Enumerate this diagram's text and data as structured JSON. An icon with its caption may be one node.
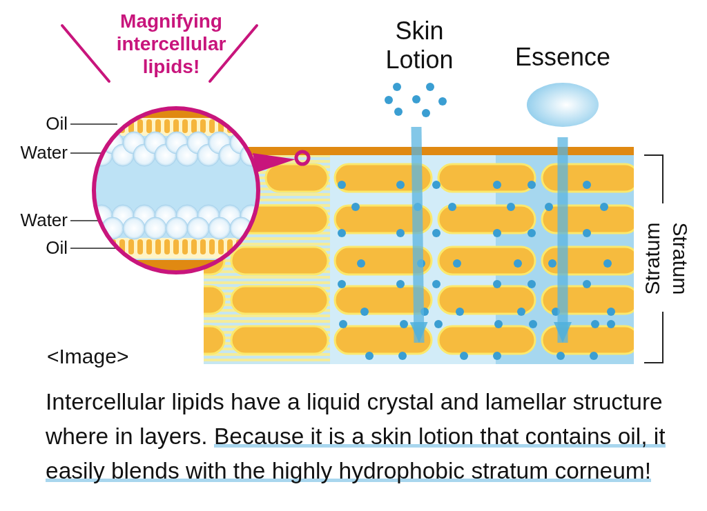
{
  "diagram": {
    "nodes": [
      {
        "text": [
          "Magnifying intercellular lipids!"
        ]
      },
      {
        "text": [
          "Oil"
        ]
      },
      {
        "text": [
          "Water"
        ]
      },
      {
        "text": [
          "Water"
        ]
      },
      {
        "text": [
          "Oil"
        ]
      },
      {
        "text": [
          "Skin Lotion"
        ]
      },
      {
        "text": [],
        "shape": "picture"
      },
      {
        "text": [
          "Essence"
        ]
      },
      {
        "text": [],
        "shape": "picture"
      }
    ],
    "edges": [
      {
        "from": 1,
        "to": 0,
        "arrow": "none"
      },
      {
        "from": 2,
        "to": 0,
        "arrow": "none"
      },
      {
        "from": 3,
        "to": 0,
        "arrow": "none"
      },
      {
        "from": 4,
        "to": 0,
        "arrow": "none"
      },
      {
        "from": 6,
        "to": null,
        "arrow": "to",
        "style": "thick",
        "color": "#5ab4e0"
      },
      {
        "from": 8,
        "to": null,
        "arrow": "to",
        "style": "thick",
        "color": "#5ab4e0"
      }
    ],
    "labels": [
      "Stratum",
      "Stratum",
      "<Image>",
      "Intercellular lipids have a liquid crystal and lamellar structure where in layers.",
      "Because it is a skin lotion that contains oil, it easily blends with the highly hydrophobic stratum corneum!"
    ]
  }
}
